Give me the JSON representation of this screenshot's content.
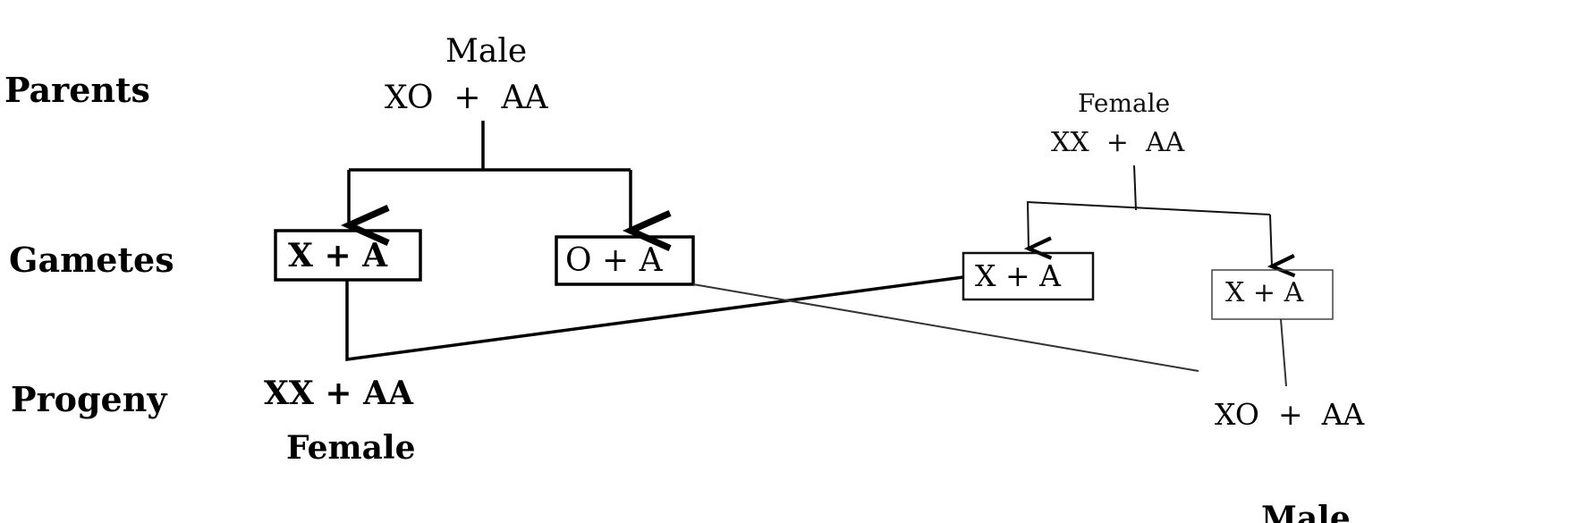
{
  "row_labels": {
    "parents": "Parents",
    "gametes": "Gametes",
    "progeny": "Progeny"
  },
  "male_parent": {
    "sex": "Male",
    "genotype": "XO  +  AA"
  },
  "female_parent": {
    "sex": "Female",
    "genotype": "XX  +  AA"
  },
  "gametes": {
    "male_1": "X + A",
    "male_2": "O + A",
    "female_1": "X + A",
    "female_2": "X + A"
  },
  "progeny": {
    "female": {
      "genotype": "XX + AA",
      "sex": "Female"
    },
    "male": {
      "genotype": "XO  +  AA",
      "sex": "Male"
    }
  }
}
